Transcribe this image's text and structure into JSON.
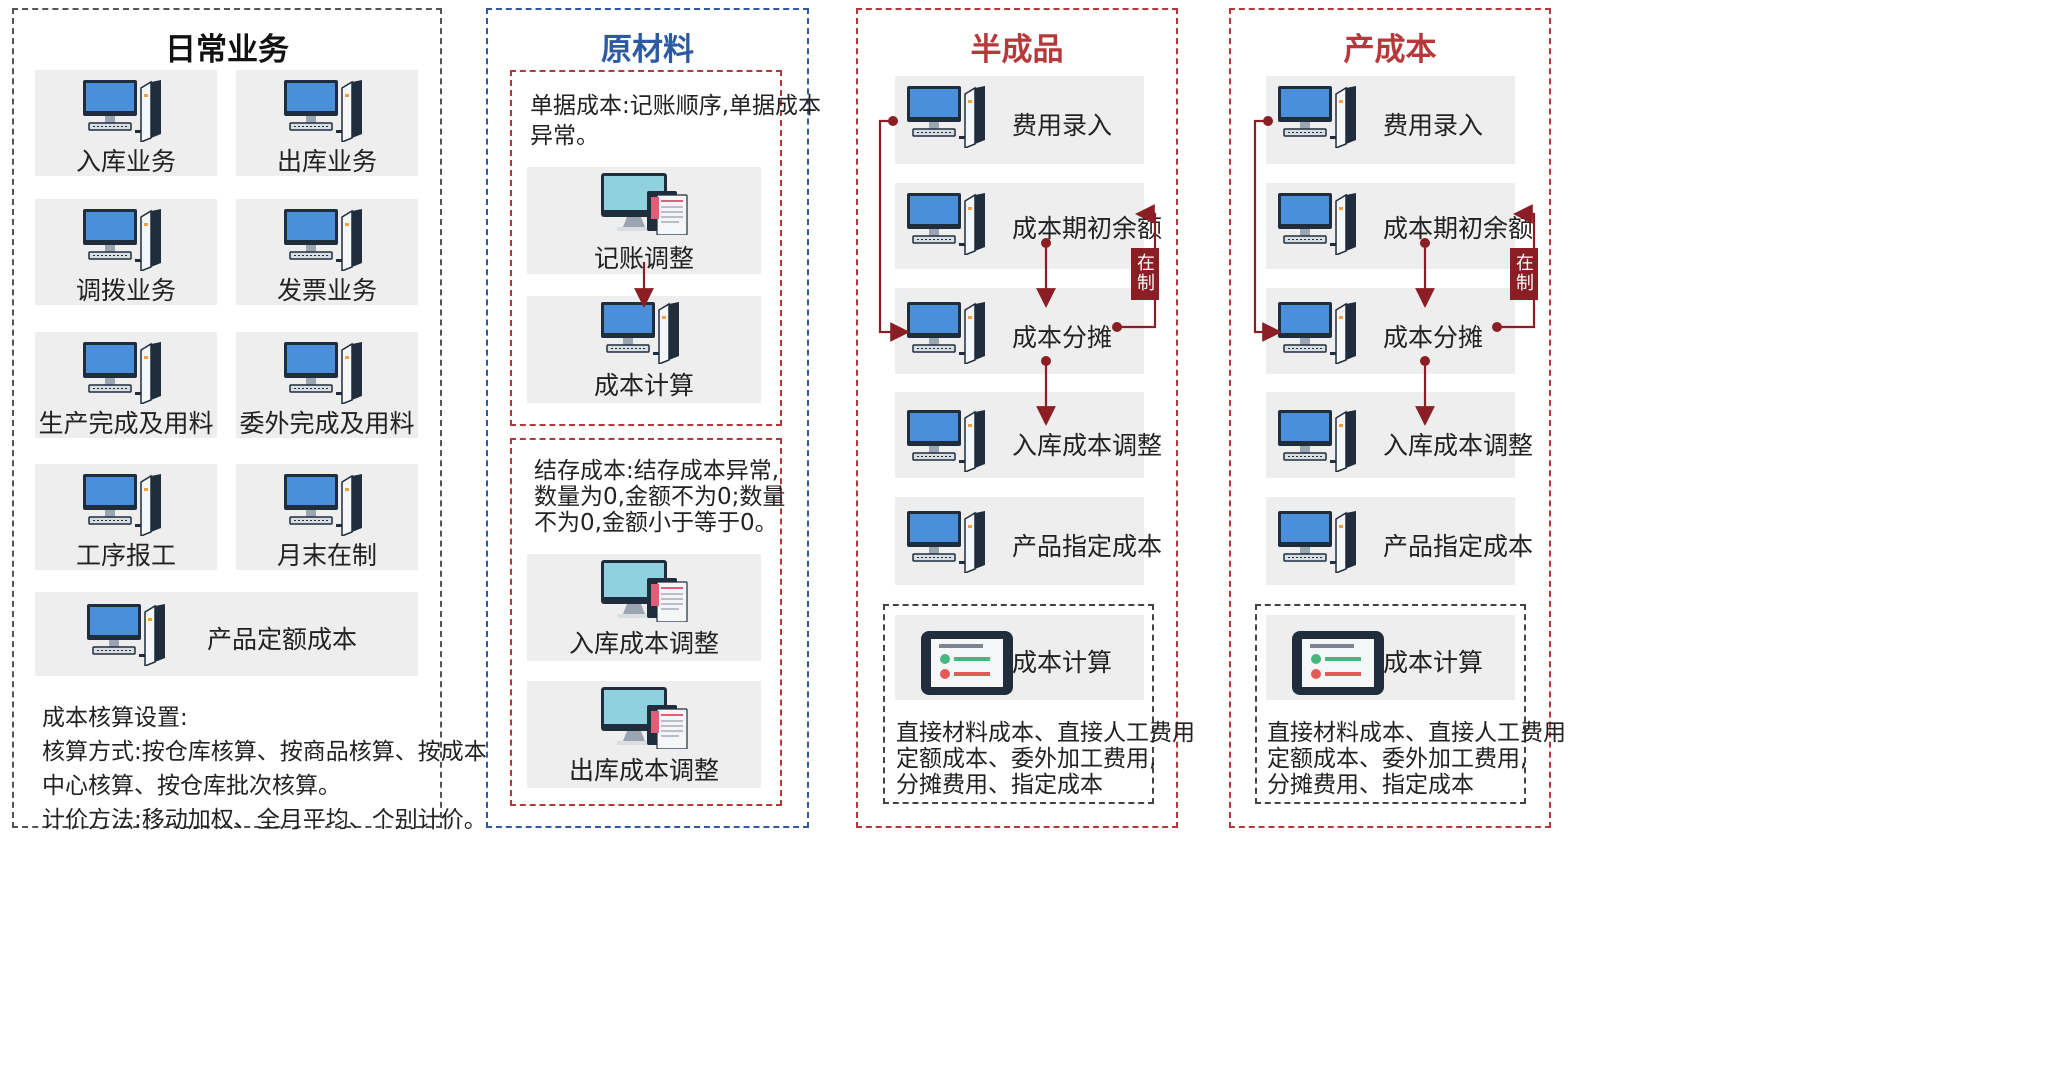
{
  "colors": {
    "dark_red": "#8b1e24",
    "red_border": "#b5383a",
    "blue_border": "#2d5aa0",
    "blue_title": "#2d5aa0",
    "tile_bg": "#eeeeee"
  },
  "daily": {
    "title": "日常业务",
    "tiles": [
      "入库业务",
      "出库业务",
      "调拨业务",
      "发票业务",
      "生产完成及用料",
      "委外完成及用料",
      "工序报工",
      "月末在制",
      "产品定额成本"
    ],
    "settings": [
      "成本核算设置:",
      "核算方式:按仓库核算、按商品核算、按成本",
      "中心核算、按仓库批次核算。",
      "计价方法:移动加权、全月平均、个别计价。"
    ]
  },
  "raw": {
    "title": "原材料",
    "top_note": [
      "单据成本:记账顺序,单据成本",
      "异常。"
    ],
    "top_tiles": [
      "记账调整",
      "成本计算"
    ],
    "bottom_note": [
      "结存成本:结存成本异常,",
      "数量为0,金额不为0;数量",
      "不为0,金额小于等于0。"
    ],
    "bottom_tiles": [
      "入库成本调整",
      "出库成本调整"
    ]
  },
  "semi": {
    "title": "半成品",
    "tiles": [
      "费用录入",
      "成本期初余额",
      "成本分摊",
      "入库成本调整",
      "产品指定成本"
    ],
    "badge": "在制",
    "calc": "成本计算",
    "calc_note": [
      "直接材料成本、直接人工费用",
      "定额成本、委外加工费用,",
      "分摊费用、指定成本"
    ]
  },
  "product": {
    "title": "产成本",
    "tiles": [
      "费用录入",
      "成本期初余额",
      "成本分摊",
      "入库成本调整",
      "产品指定成本"
    ],
    "badge": "在制",
    "calc": "成本计算",
    "calc_note": [
      "直接材料成本、直接人工费用",
      "定额成本、委外加工费用,",
      "分摊费用、指定成本"
    ]
  }
}
